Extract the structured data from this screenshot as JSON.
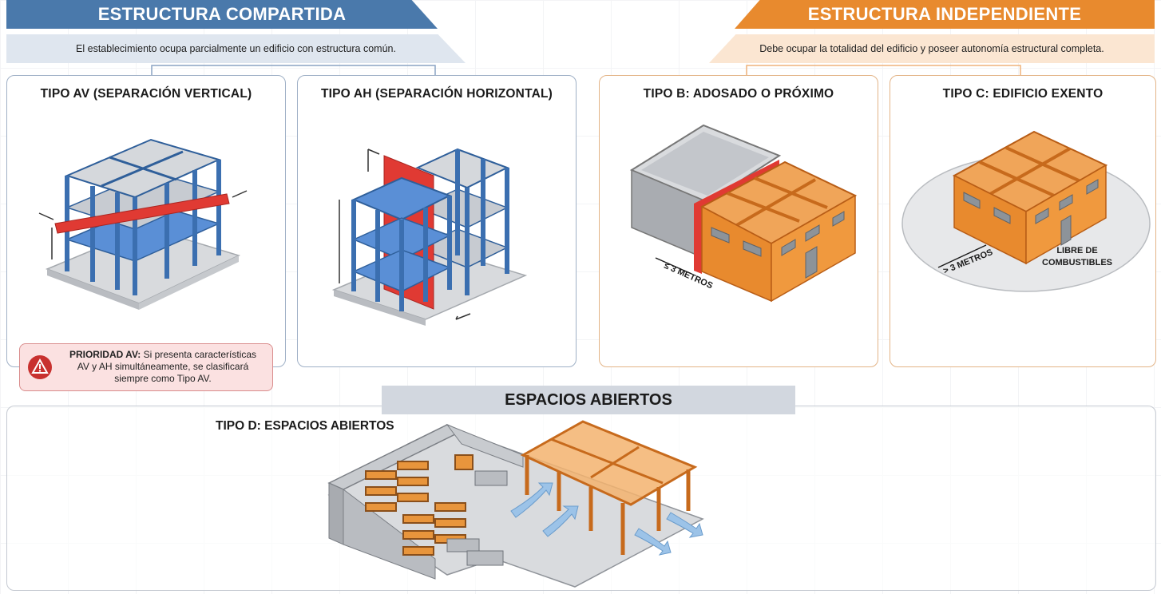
{
  "shared": {
    "header": "ESTRUCTURA COMPARTIDA",
    "subtitle": "El establecimiento ocupa parcialmente un edificio con estructura común.",
    "color": "#4a79ab"
  },
  "independent": {
    "header": "ESTRUCTURA INDEPENDIENTE",
    "subtitle": "Debe ocupar la totalidad del edificio y poseer autonomía estructural completa.",
    "color": "#e88a2e"
  },
  "panels": {
    "av": {
      "title": "TIPO AV (SEPARACIÓN VERTICAL)"
    },
    "ah": {
      "title": "TIPO AH (SEPARACIÓN HORIZONTAL)"
    },
    "b": {
      "title": "TIPO B: ADOSADO O PRÓXIMO",
      "distance_label": "≤ 3 METROS"
    },
    "c": {
      "title": "TIPO C: EDIFICIO EXENTO",
      "distance_label": "> 3 METROS",
      "zone_label_line1": "LIBRE DE",
      "zone_label_line2": "COMBUSTIBLES"
    }
  },
  "alert": {
    "label": "PRIORIDAD AV:",
    "line1": "Si presenta características",
    "line2": "AV y AH simultáneamente, se clasificará",
    "line3": "siempre como Tipo AV.",
    "icon": "warning-icon"
  },
  "open_spaces": {
    "header": "ESPACIOS ABIERTOS",
    "title": "TIPO D: ESPACIOS ABIERTOS"
  },
  "colors": {
    "steel_blue": "#3b6fb0",
    "fire_red": "#e03a33",
    "orange": "#e98b35",
    "slab_gray": "#c9ccd1"
  }
}
